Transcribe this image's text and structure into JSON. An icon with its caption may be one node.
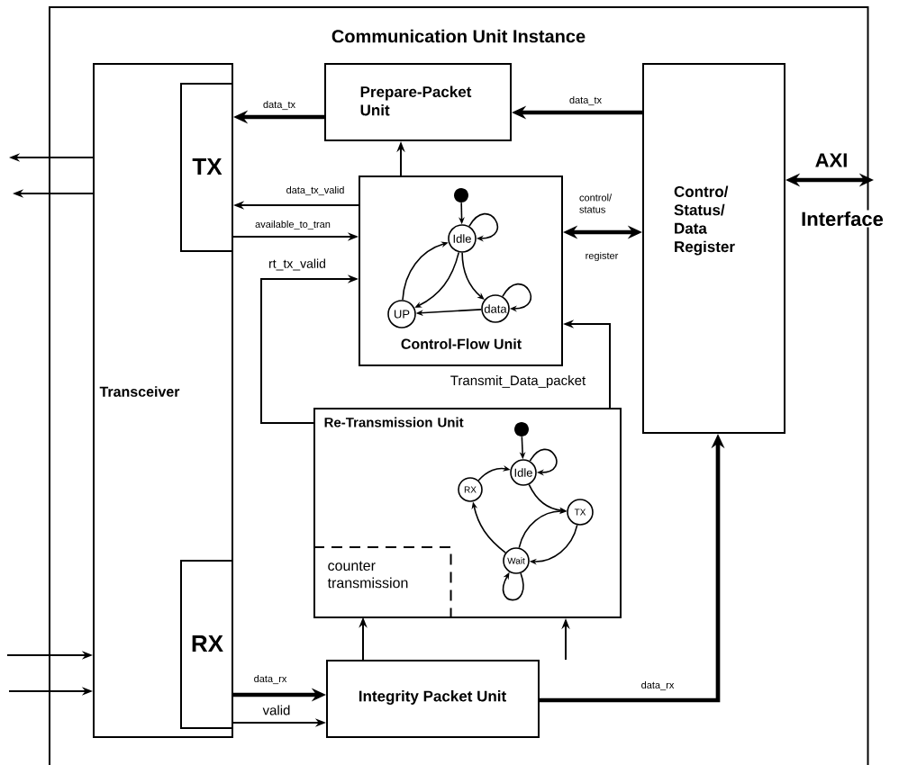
{
  "diagram": {
    "nodes": [
      {
        "text": [
          "Communication Unit Instance"
        ]
      },
      {
        "text": [
          "Transceiver"
        ],
        "in": 0
      },
      {
        "text": [
          "TX"
        ],
        "in": 1
      },
      {
        "text": [
          "RX"
        ],
        "in": 1
      },
      {
        "text": [
          "Prepare-Packet Unit"
        ],
        "in": 0
      },
      {
        "text": [
          "Contro/ Status/ Data Register"
        ],
        "in": 0
      },
      {
        "text": [
          "Control-Flow Unit"
        ],
        "in": 0
      },
      {
        "text": [],
        "shape": "circle",
        "in": 6
      },
      {
        "text": [
          "Idle"
        ],
        "in": 6
      },
      {
        "text": [
          "UP"
        ],
        "in": 6
      },
      {
        "text": [
          "data"
        ],
        "in": 6
      },
      {
        "text": [
          "Re-Transmission Unit"
        ],
        "in": 0
      },
      {
        "text": [
          "counter transmission"
        ],
        "in": 11
      },
      {
        "text": [],
        "shape": "circle",
        "in": 11
      },
      {
        "text": [
          "Idle"
        ],
        "in": 11
      },
      {
        "text": [
          "RX"
        ],
        "in": 11
      },
      {
        "text": [
          "TX"
        ],
        "in": 11
      },
      {
        "text": [
          "Wait"
        ],
        "in": 11
      },
      {
        "text": [
          "Integrity Packet Unit"
        ],
        "in": 0
      }
    ],
    "edges": [
      {
        "from": 4,
        "to": 2,
        "arrow": "to",
        "label": "data_tx",
        "style": "thick"
      },
      {
        "from": 5,
        "to": 4,
        "arrow": "to",
        "label": "data_tx",
        "style": "thick"
      },
      {
        "from": 6,
        "to": 4,
        "arrow": "to"
      },
      {
        "from": 6,
        "to": 2,
        "arrow": "to",
        "label": "data_tx_valid"
      },
      {
        "from": 2,
        "to": 6,
        "arrow": "to",
        "label": "available_to_tran"
      },
      {
        "from": 11,
        "to": 6,
        "arrow": "to",
        "label": "rt_tx_valid"
      },
      {
        "from": 11,
        "to": 6,
        "arrow": "to",
        "label": "Transmit_Data_packet"
      },
      {
        "from": 6,
        "to": 5,
        "arrow": "both",
        "label": "control/ status",
        "style": "thick"
      },
      {
        "from": 1,
        "to": null,
        "arrow": "to"
      },
      {
        "from": 1,
        "to": null,
        "arrow": "to"
      },
      {
        "from": null,
        "to": 1,
        "arrow": "to"
      },
      {
        "from": null,
        "to": 1,
        "arrow": "to"
      },
      {
        "from": 3,
        "to": 18,
        "arrow": "to",
        "label": "data_rx",
        "style": "thick"
      },
      {
        "from": 3,
        "to": 18,
        "arrow": "to",
        "label": "valid"
      },
      {
        "from": 18,
        "to": 12,
        "arrow": "to"
      },
      {
        "from": 18,
        "to": 11,
        "arrow": "to"
      },
      {
        "from": 18,
        "to": 5,
        "arrow": "to",
        "label": "data_rx",
        "style": "thick"
      },
      {
        "from": 5,
        "to": null,
        "arrow": "both",
        "style": "thick"
      },
      {
        "from": 7,
        "to": 8,
        "arrow": "to"
      },
      {
        "from": 8,
        "to": 8,
        "arrow": "to"
      },
      {
        "from": 8,
        "to": 9,
        "arrow": "to"
      },
      {
        "from": 9,
        "to": 8,
        "arrow": "to"
      },
      {
        "from": 8,
        "to": 10,
        "arrow": "to"
      },
      {
        "from": 10,
        "to": 10,
        "arrow": "to"
      },
      {
        "from": 10,
        "to": 9,
        "arrow": "to"
      },
      {
        "from": 13,
        "to": 14,
        "arrow": "to"
      },
      {
        "from": 14,
        "to": 14,
        "arrow": "to"
      },
      {
        "from": 15,
        "to": 14,
        "arrow": "to"
      },
      {
        "from": 14,
        "to": 16,
        "arrow": "to"
      },
      {
        "from": 16,
        "to": 17,
        "arrow": "to"
      },
      {
        "from": 17,
        "to": 16,
        "arrow": "to"
      },
      {
        "from": 17,
        "to": 15,
        "arrow": "to"
      },
      {
        "from": 17,
        "to": 17,
        "arrow": "to"
      }
    ],
    "labels": [
      "AXI",
      "Interface",
      "register"
    ]
  }
}
